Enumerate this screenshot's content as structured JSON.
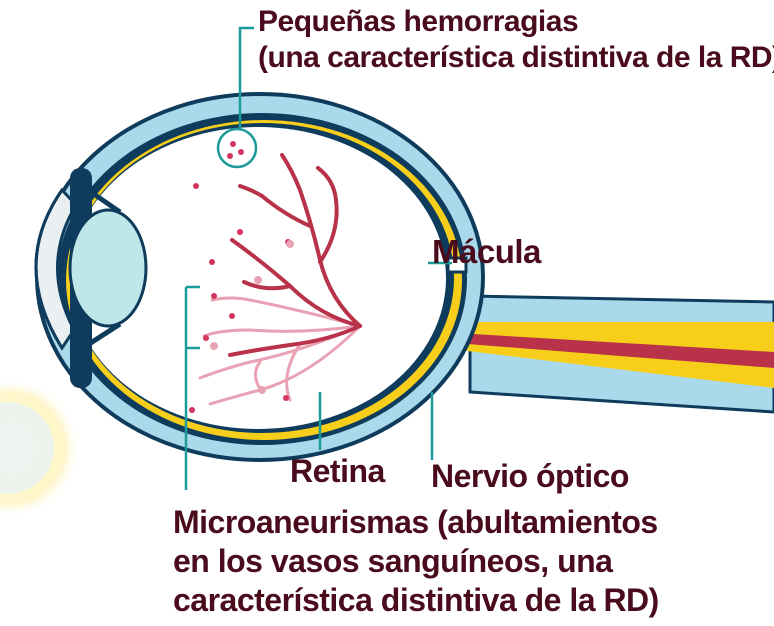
{
  "labels": {
    "hemorrhages": {
      "line1": "Pequeñas hemorragias",
      "line2": "(una característica distintiva de la RD)"
    },
    "macula": "Mácula",
    "retina": "Retina",
    "optic_nerve": "Nervio óptico",
    "microaneurysms": {
      "line1": "Microaneurismas (abultamientos",
      "line2": "en los vasos sanguíneos, una",
      "line3": "característica distintiva de la RD)"
    }
  },
  "colors": {
    "label_text": "#4a0c1c",
    "leader_line": "#1d9a9a",
    "sclera": "#a9d9ea",
    "outline": "#0f3c5c",
    "retina_layer": "#f7cf1b",
    "vessels": "#b8324a",
    "light_vessels": "#e8a2b3",
    "lens": "#bfe6e9",
    "cornea": "#eaeff2"
  }
}
